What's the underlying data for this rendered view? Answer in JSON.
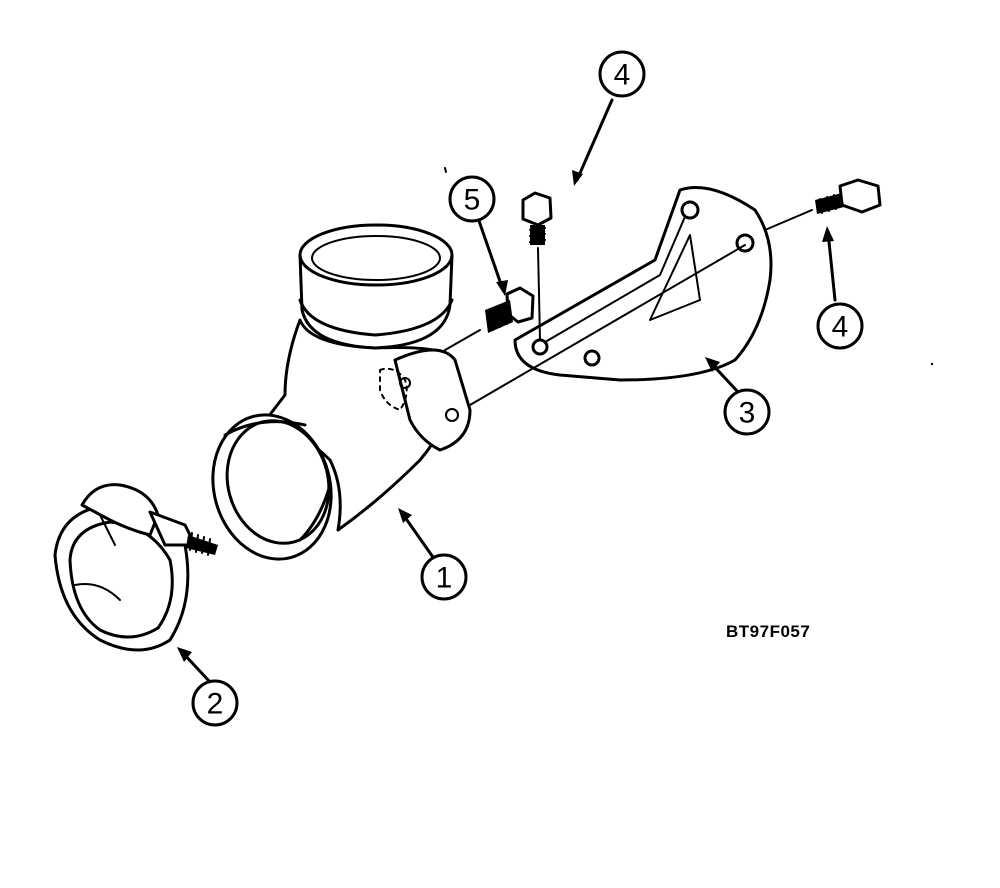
{
  "figure": {
    "reference_code": "BT97F057",
    "callouts": [
      {
        "label": "1",
        "part": "elbow"
      },
      {
        "label": "2",
        "part": "clamp"
      },
      {
        "label": "3",
        "part": "bracket"
      },
      {
        "label": "4",
        "part": "bolt-vertical"
      },
      {
        "label": "4",
        "part": "bolt-horizontal"
      },
      {
        "label": "5",
        "part": "screw"
      }
    ]
  }
}
